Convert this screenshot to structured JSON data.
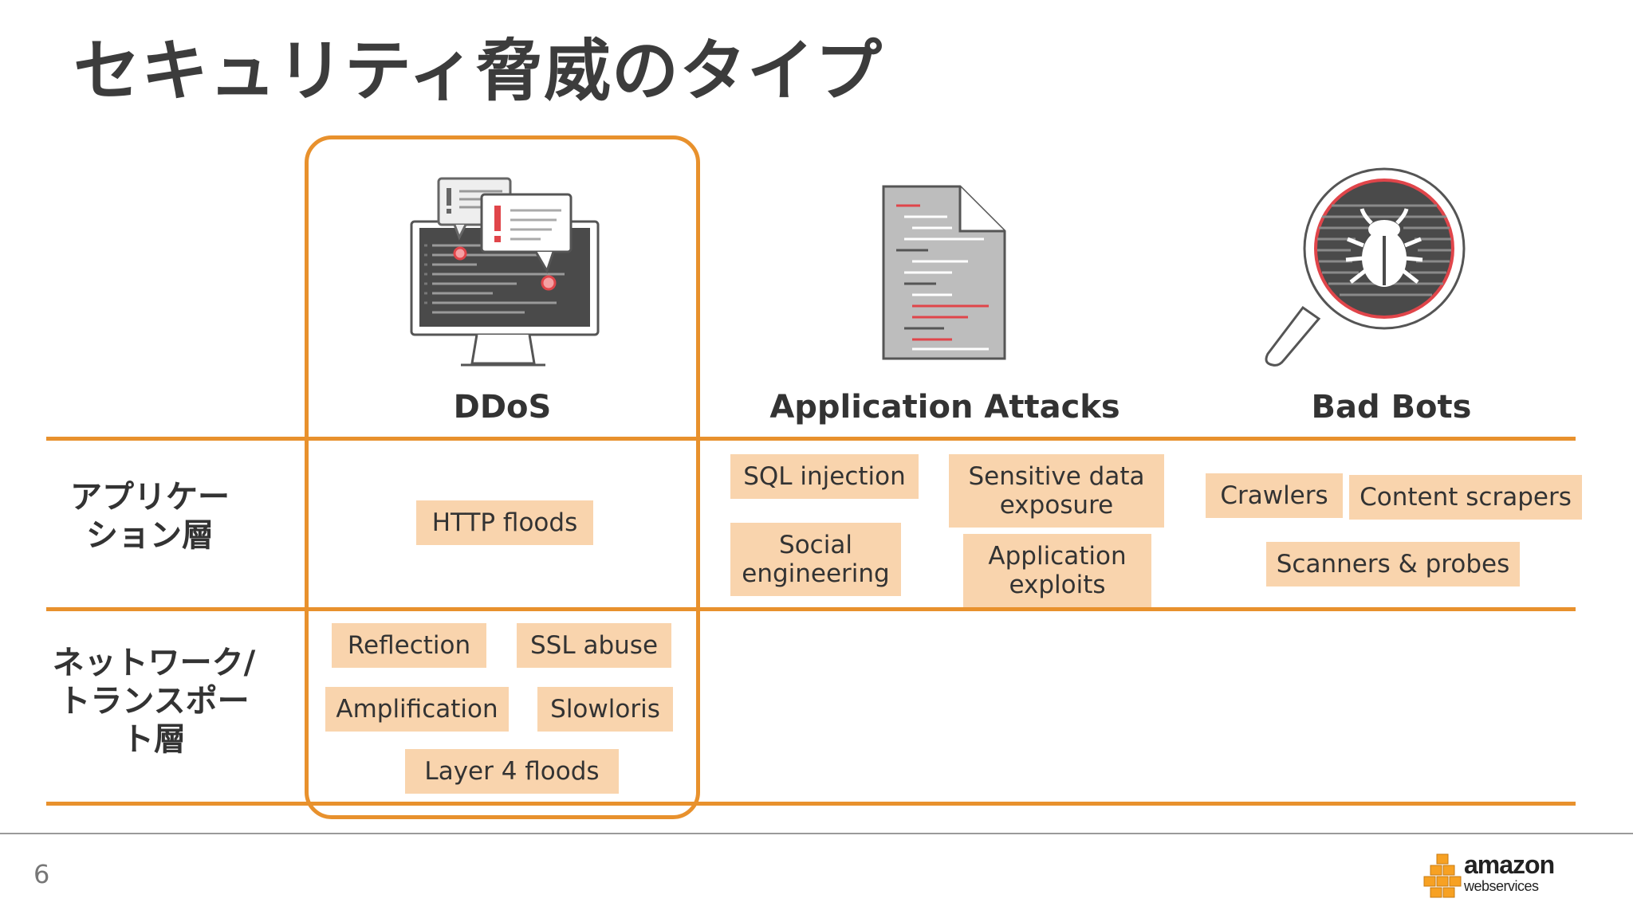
{
  "slide": {
    "title": "セキュリティ脅威のタイプ",
    "page_number": "6"
  },
  "columns": {
    "ddos": "DDoS",
    "app_attacks": "Application Attacks",
    "bad_bots": "Bad Bots"
  },
  "rows": {
    "app_layer": "アプリケー\nション層",
    "net_layer": "ネットワーク/\nトランスポー\nト層"
  },
  "tags": {
    "http_floods": "HTTP floods",
    "reflection": "Reflection",
    "ssl_abuse": "SSL abuse",
    "amplification": "Amplification",
    "slowloris": "Slowloris",
    "layer4_floods": "Layer 4 floods",
    "sql_injection": "SQL injection",
    "sensitive_data": "Sensitive data\nexposure",
    "social_engineering": "Social\nengineering",
    "app_exploits": "Application\nexploits",
    "crawlers": "Crawlers",
    "content_scrapers": "Content scrapers",
    "scanners_probes": "Scanners & probes"
  },
  "logo": {
    "brand": "amazon",
    "sub": "webservices"
  },
  "colors": {
    "accent": "#e8912d",
    "tag_bg": "#f9d4ad",
    "alert_red": "#e0454a"
  }
}
